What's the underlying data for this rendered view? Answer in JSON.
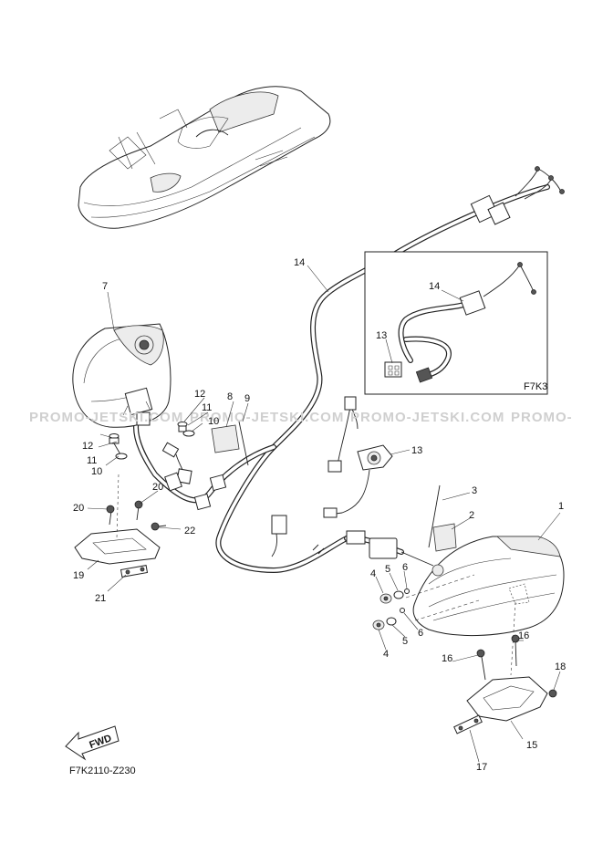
{
  "diagram": {
    "code": "F7K2110-Z230",
    "inset_label": "F7K3",
    "fwd_label": "FWD",
    "watermark": "PROMO-JETSKI.COM",
    "watermark_partial": "PROMO-",
    "callouts": [
      "1",
      "2",
      "3",
      "4",
      "5",
      "6",
      "7",
      "8",
      "9",
      "10",
      "11",
      "12",
      "13",
      "14",
      "15",
      "16",
      "17",
      "18",
      "19",
      "20",
      "21",
      "22"
    ]
  }
}
